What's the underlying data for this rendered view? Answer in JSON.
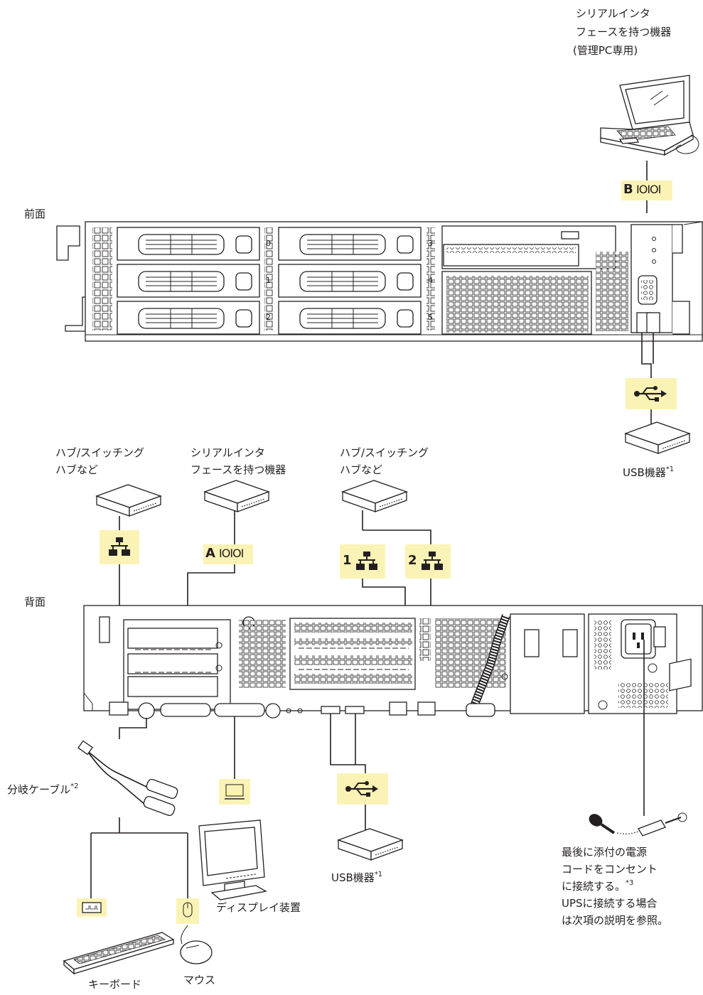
{
  "front_label": "前面",
  "rear_label": "背面",
  "front": {
    "serial_device": [
      "シリアルインタ",
      "フェースを持つ機器",
      "(管理PC専用)"
    ],
    "serial_port_badge": "B",
    "usb_device": "USB機器",
    "usb_note": "*1",
    "bay_numbers": [
      "0",
      "1",
      "2",
      "3",
      "4",
      "5"
    ],
    "serial_port_marking": "IOIOI B"
  },
  "rear": {
    "hub_left": [
      "ハブ/スイッチング",
      "ハブなど"
    ],
    "serial_device": [
      "シリアルインタ",
      "フェースを持つ機器"
    ],
    "hub_right": [
      "ハブ/スイッチング",
      "ハブなど"
    ],
    "serial_port_badge": "A",
    "lan_port_1": "1",
    "lan_port_2": "2",
    "split_cable": "分岐ケーブル",
    "split_cable_note": "*2",
    "display": "ディスプレイ装置",
    "usb_device": "USB機器",
    "usb_note": "*1",
    "keyboard": "キーボード",
    "mouse": "マウス",
    "power_note_lines": [
      "最後に添付の電源",
      "コードをコンセント",
      "に接続する。"
    ],
    "power_note_ref": "*3",
    "ups_note_lines": [
      "UPSに接続する場合",
      "は次項の説明を参照。"
    ]
  }
}
